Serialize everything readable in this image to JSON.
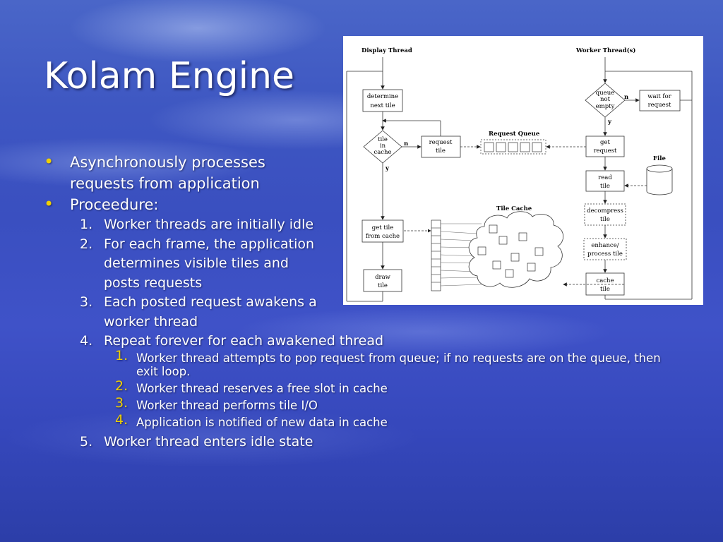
{
  "slide": {
    "title": "Kolam Engine",
    "bullets": [
      {
        "text": "Asynchronously processes requests from application"
      },
      {
        "text": "Proceedure:"
      }
    ],
    "steps": [
      {
        "num": "1.",
        "text": "Worker threads are initially idle"
      },
      {
        "num": "2.",
        "text": "For each frame, the application determines visible tiles and posts requests"
      },
      {
        "num": "3.",
        "text": "Each posted request awakens a worker thread"
      },
      {
        "num": "4.",
        "text": "Repeat forever for each awakened thread"
      },
      {
        "num": "5.",
        "text": "Worker thread enters idle state"
      }
    ],
    "substeps": [
      {
        "num": "1.",
        "text": "Worker thread attempts to pop request from queue; if no requests are on the queue, then exit loop."
      },
      {
        "num": "2.",
        "text": "Worker thread reserves a free slot in cache"
      },
      {
        "num": "3.",
        "text": "Worker thread performs tile I/O"
      },
      {
        "num": "4.",
        "text": "Application is notified of new data in cache"
      }
    ],
    "colors": {
      "bullet": "#f0d000",
      "text": "#ffffff",
      "background": "#3e55c4"
    }
  },
  "diagram": {
    "headers": {
      "display_thread": "Display Thread",
      "worker_threads": "Worker Thread(s)"
    },
    "labels": {
      "request_queue": "Request Queue",
      "tile_cache": "Tile Cache",
      "file": "File"
    },
    "nodes": {
      "determine_l1": "determine",
      "determine_l2": "next tile",
      "tile_cache_q_l1": "tile",
      "tile_cache_q_l2": "in",
      "tile_cache_q_l3": "cache",
      "request_l1": "request",
      "request_l2": "tile",
      "get_tile_l1": "get tile",
      "get_tile_l2": "from cache",
      "draw_l1": "draw",
      "draw_l2": "tile",
      "queue_q_l1": "queue",
      "queue_q_l2": "not",
      "queue_q_l3": "empty",
      "wait_l1": "wait for",
      "wait_l2": "request",
      "get_request_l1": "get",
      "get_request_l2": "request",
      "read_l1": "read",
      "read_l2": "tile",
      "decompress_l1": "decompress",
      "decompress_l2": "tile",
      "enhance_l1": "enhance/",
      "enhance_l2": "process tile",
      "cache_l1": "cache",
      "cache_l2": "tile"
    },
    "edge_labels": {
      "n": "n",
      "y": "y"
    }
  }
}
